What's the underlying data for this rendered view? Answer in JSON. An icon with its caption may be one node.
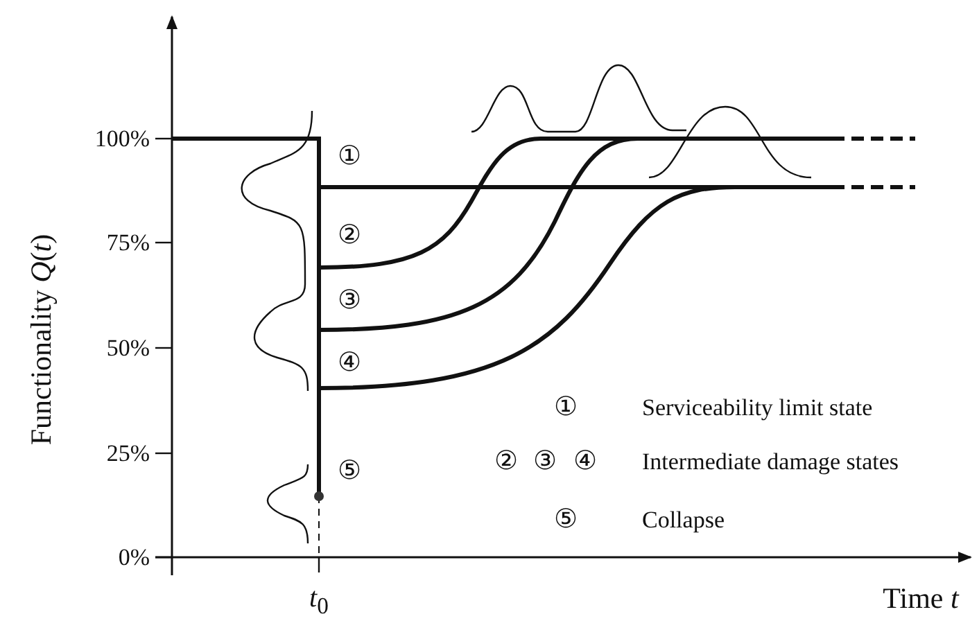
{
  "diagram": {
    "labels": [
      "Functionality *Q*(*t*)",
      "100%",
      "①",
      "②",
      "75%",
      "③",
      "50%",
      "④",
      "①",
      "Serviceability limit state",
      "②",
      "③",
      "④",
      "Intermediate damage states",
      "25%",
      "⑤",
      "⑤",
      "Collapse",
      "0%",
      "*t*$_{0}$",
      "Time *t*"
    ]
  }
}
